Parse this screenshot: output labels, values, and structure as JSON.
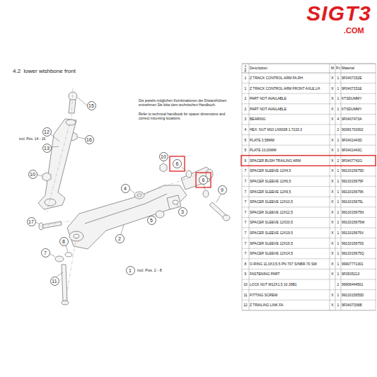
{
  "diagram": {
    "title": "4.2  lower wishbone front",
    "nodes": [
      {
        "text": [
          "15"
        ]
      },
      {
        "text": [
          "12"
        ]
      },
      {
        "text": [
          "16"
        ]
      },
      {
        "text": [
          "13"
        ]
      },
      {
        "text": [
          "10"
        ]
      },
      {
        "text": [
          "10"
        ]
      },
      {
        "text": [
          "6"
        ]
      },
      {
        "text": [
          "6"
        ]
      },
      {
        "text": [
          "4"
        ]
      },
      {
        "text": [
          "9"
        ]
      },
      {
        "text": [
          "3"
        ]
      },
      {
        "text": [
          "17"
        ]
      },
      {
        "text": [
          "5"
        ]
      },
      {
        "text": [
          "2"
        ]
      },
      {
        "text": [
          "8"
        ]
      },
      {
        "text": [
          "7"
        ]
      },
      {
        "text": [
          "1"
        ]
      },
      {
        "text": [
          "11"
        ]
      }
    ],
    "labels": [
      "SIGT3",
      ".COM",
      "Die jeweils möglichen Kombinationen der Distanzhülsen entnehmen Sie bitte dem technischen Handbuch.",
      "Refer to technical handbook for spacer dimensions and correct mounting locations.",
      "incl. Pos. 14 - 16",
      "incl. Pos. 2 - 8",
      "Item no.",
      "Description",
      "M",
      "Pc",
      "Material",
      "1",
      "Z TRACK CONTROL ARM FA,RH",
      "X",
      "1",
      "9F0407152E",
      "1",
      "Z TRACK CONTROL ARM FRONT AXLE,LH",
      "X",
      "1",
      "9F0407151E",
      "2",
      "PART NOT AVAILABLE",
      "X",
      "1",
      "KTSDUMMY",
      "2",
      "PART NOT AVAILABLE",
      "X",
      "1",
      "KTSDUMMY",
      "3",
      "BEARING",
      "X",
      "4",
      "9F0407473A",
      "4",
      "HEX. NUT M10 LN9338 1.7220.3",
      "2",
      "90081703302",
      "5",
      "PLATE 3,58MM",
      "X",
      "1",
      "9F0401443D",
      "5",
      "PLATE 10,00MM",
      "X",
      "1",
      "9F0401443C",
      "6",
      "SPACER BUSH TRAILING ARM",
      "X",
      "2",
      "9F0407742G",
      "7",
      "SPACER SLEEVE 12X4,5",
      "X",
      "1",
      "9913315675D",
      "7",
      "SPACER SLEEVE 12X6,5",
      "X",
      "1",
      "9913315675F",
      "7",
      "SPACER SLEEVE 12X9,5",
      "X",
      "1",
      "9913315675K",
      "7",
      "SPACER SLEEVE 12X10,5",
      "X",
      "1",
      "9913315675L",
      "7",
      "SPACER SLEEVE 12X12,5",
      "X",
      "1",
      "9913315675N",
      "7",
      "SPACER SLEEVE 12X20,5",
      "X",
      "1",
      "9913315675W",
      "7",
      "SPACER SLEEVE 12X19,5",
      "X",
      "1",
      "9913315675V",
      "7",
      "SPACER SLEEVE 12X16,5",
      "X",
      "1",
      "9913315675S",
      "7",
      "SPACER SLEEVE 12X14,5",
      "X",
      "1",
      "9913315675Q",
      "8",
      "O-RING 11,0X3,5-5 PN 707 S/NBR-70 SW",
      "X",
      "1",
      "99907771301",
      "9",
      "FASTENING PART",
      "X",
      "1",
      "9F0505213",
      "10",
      "LOCK NUT M12X1,5 10 26B1",
      "2",
      "99908444501",
      "11",
      "FITTING SCREW",
      "X",
      "1",
      "9913315655D",
      "12",
      "Z TRAILING LINK FA",
      "X",
      "1",
      "9F0407336B"
    ]
  }
}
